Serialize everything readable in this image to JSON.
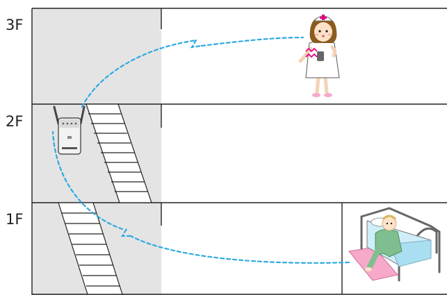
{
  "floors": [
    {
      "label": "3F"
    },
    {
      "label": "2F"
    },
    {
      "label": "1F"
    }
  ],
  "colors": {
    "stairwell_fill": "#e4e4e4",
    "wall_line": "#222222",
    "signal_path": "#2eaae0",
    "nurse_dress": "#ffffff",
    "nurse_hair": "#8a5a1e",
    "nurse_cross": "#e3007f",
    "pink_signal": "#e3007f",
    "patient_gown": "#7fbf8f",
    "bed_blanket": "#a9dff0",
    "floor_mat": "#f6a9c8"
  },
  "icons": {
    "repeater": "wifi-repeater-icon",
    "nurse": "nurse-icon",
    "patient": "patient-in-bed-icon",
    "stairs": "staircase-icon"
  }
}
